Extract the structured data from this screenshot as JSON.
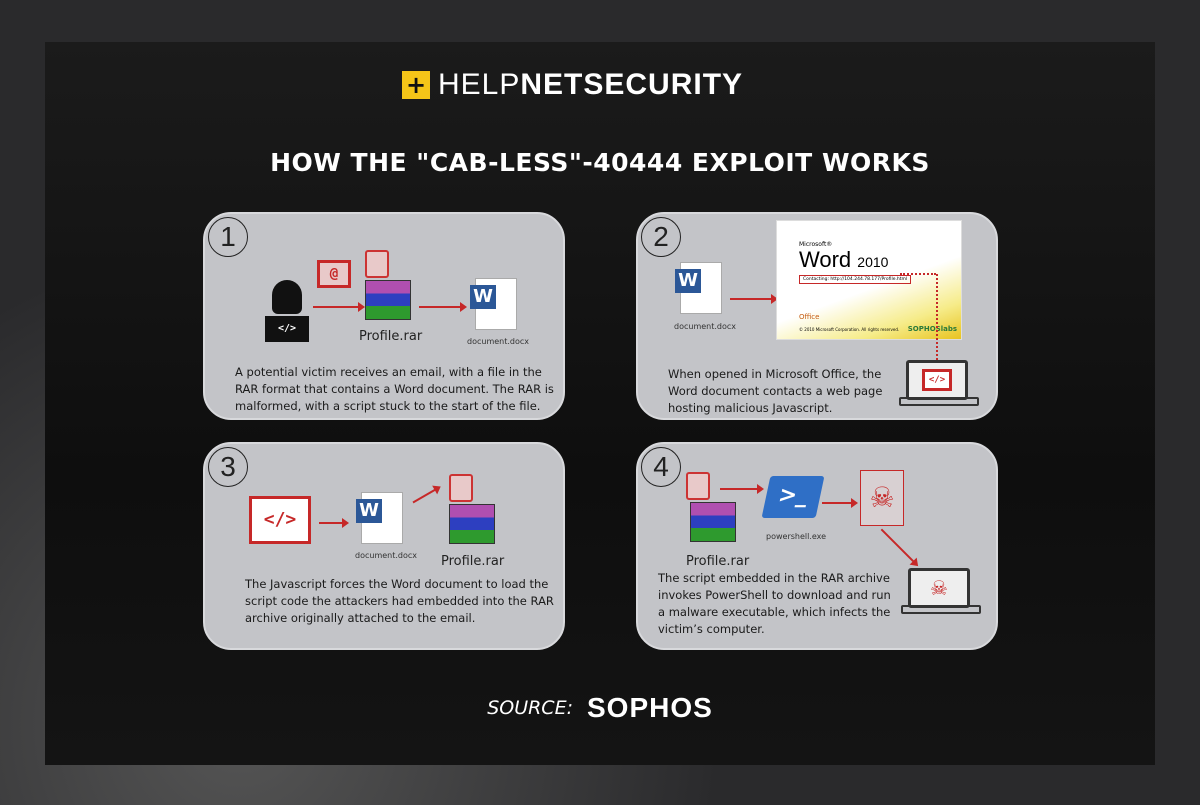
{
  "logo": {
    "plus": "+",
    "light": "HELP",
    "bold": "NETSECURITY"
  },
  "title": "HOW THE \"CAB-LESS\"-40444 EXPLOIT WORKS",
  "steps": [
    {
      "number": "1",
      "labels": {
        "rar": "Profile.rar",
        "doc": "document.docx"
      },
      "text": "A potential victim receives an email, with a file in the RAR format that contains a Word document. The RAR is malformed, with a script stuck to the start of the file."
    },
    {
      "number": "2",
      "labels": {
        "doc": "document.docx",
        "ms": "Microsoft®",
        "word": "Word",
        "ver": "2010",
        "contacting": "Contacting: http://104.244.78.177/Profile.html",
        "office": "Office",
        "copy": "© 2010 Microsoft Corporation. All rights reserved.",
        "labs": "SOPHOSlabs"
      },
      "text": "When opened in Microsoft Office, the Word document contacts a web page hosting malicious Javascript."
    },
    {
      "number": "3",
      "labels": {
        "doc": "document.docx",
        "rar": "Profile.rar"
      },
      "text": "The Javascript forces the Word document to load the script code the attackers had embedded into the RAR archive originally attached to the email."
    },
    {
      "number": "4",
      "labels": {
        "rar": "Profile.rar",
        "ps": "powershell.exe"
      },
      "text": "The script embedded in the RAR archive invokes PowerShell to download and run a malware executable, which infects the victim’s computer."
    }
  ],
  "source": {
    "label": "SOURCE:",
    "brand": "SOPHOS"
  },
  "icons": {
    "code": "</>",
    "skull": "☠",
    "ps": ">_",
    "email": "@"
  }
}
